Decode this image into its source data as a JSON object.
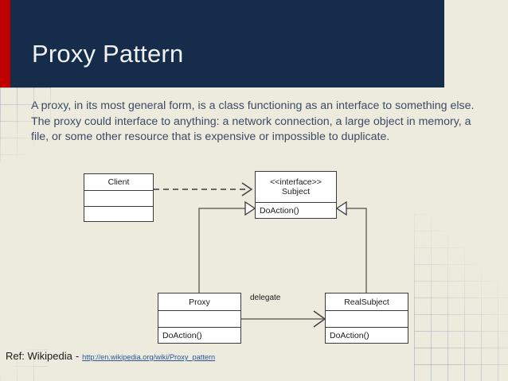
{
  "slide": {
    "title": "Proxy Pattern",
    "body_text": "A proxy, in its most general form, is a class functioning as an interface to something else. The proxy could interface to anything: a network connection, a large object in memory, a file, or some other resource that is expensive or impossible to duplicate.",
    "colors": {
      "background": "#edeade",
      "title_bar": "#152c4b",
      "title_accent": "#c00000",
      "title_text": "#f2f2f2",
      "body_text": "#3c4b65",
      "link": "#2b5797",
      "diagram_line": "#3b3b3b",
      "diagram_fill": "#ffffff"
    }
  },
  "diagram": {
    "type": "uml-class-diagram",
    "classes": [
      {
        "name": "Client",
        "stereotype": "",
        "compartments": [
          "Client",
          "",
          ""
        ]
      },
      {
        "name": "Subject",
        "stereotype": "<<interface>>",
        "compartments": [
          "<<interface>>\nSubject",
          "DoAction()"
        ]
      },
      {
        "name": "Proxy",
        "stereotype": "",
        "compartments": [
          "Proxy",
          "",
          "DoAction()"
        ]
      },
      {
        "name": "RealSubject",
        "stereotype": "",
        "compartments": [
          "RealSubject",
          "",
          "DoAction()"
        ]
      }
    ],
    "class_labels": {
      "client": "Client",
      "subject_stereotype": "<<interface>>",
      "subject": "Subject",
      "subject_operation": "DoAction()",
      "proxy": "Proxy",
      "proxy_operation": "DoAction()",
      "realsubject": "RealSubject",
      "realsubject_operation": "DoAction()"
    },
    "relationships": [
      {
        "from": "Client",
        "to": "Subject",
        "kind": "dependency",
        "label": ""
      },
      {
        "from": "Proxy",
        "to": "Subject",
        "kind": "realization",
        "label": ""
      },
      {
        "from": "RealSubject",
        "to": "Subject",
        "kind": "realization",
        "label": ""
      },
      {
        "from": "Proxy",
        "to": "RealSubject",
        "kind": "association",
        "label": "delegate"
      }
    ],
    "edge_labels": {
      "delegate": "delegate"
    }
  },
  "footer": {
    "label": "Ref: Wikipedia",
    "dash": "-",
    "link": "http://en.wikipedia.org/wiki/Proxy_pattern"
  }
}
